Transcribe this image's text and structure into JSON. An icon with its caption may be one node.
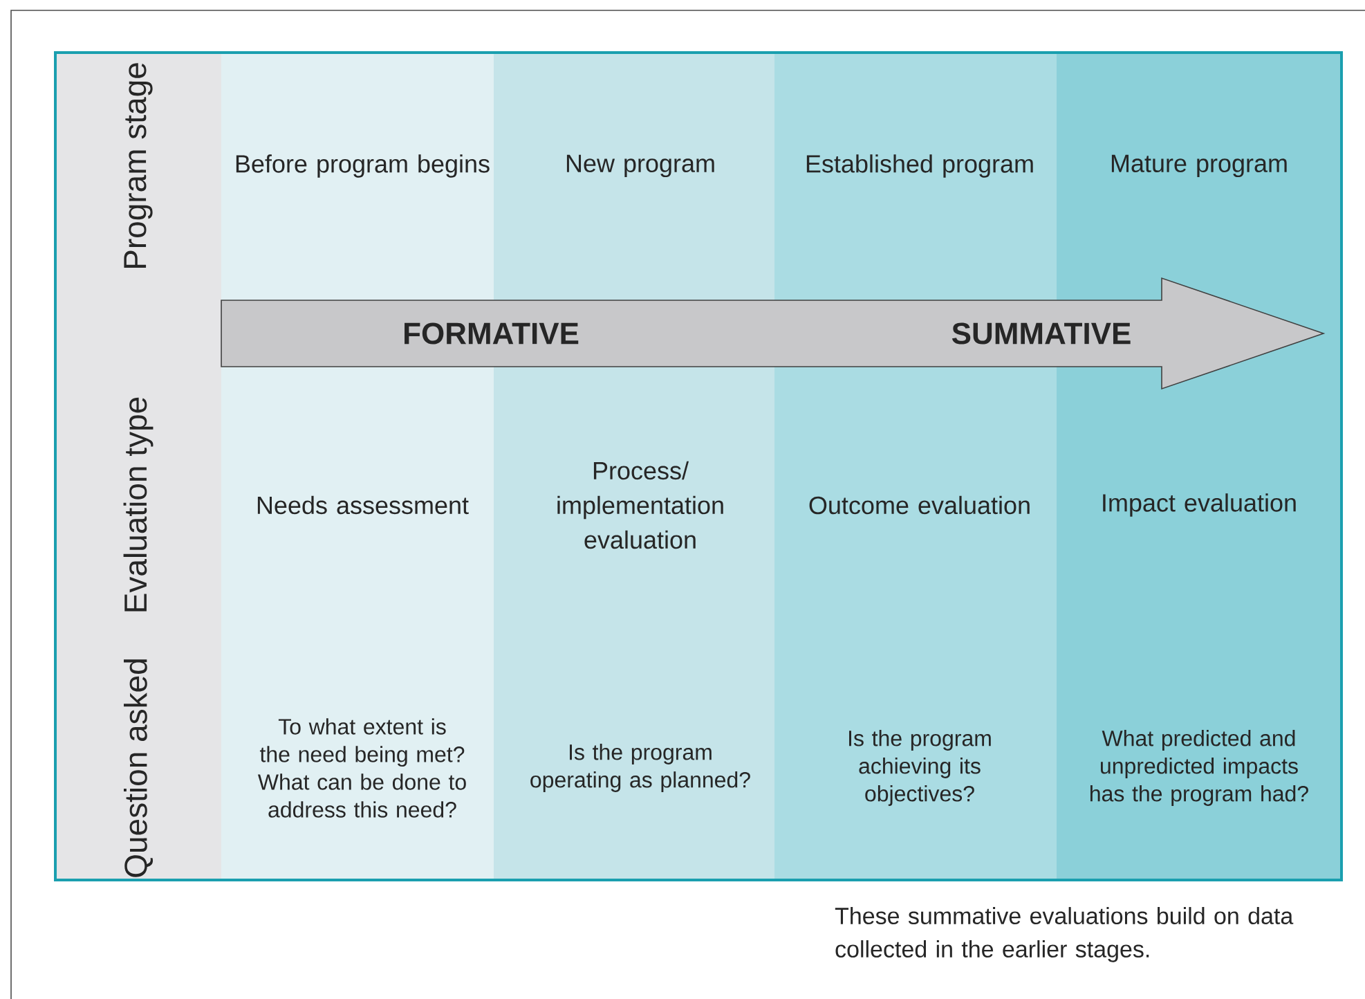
{
  "diagram": {
    "nodes": [
      {
        "text": [
          "FORMATIVE",
          "SUMMATIVE"
        ]
      }
    ],
    "labels": [
      "Program stage",
      "Before program begins",
      "New program",
      "Established program",
      "Mature program",
      "Evaluation type",
      "Needs assessment",
      "Process/ implementation evaluation",
      "Outcome evaluation",
      "Impact evaluation",
      "Question asked",
      "To what extent is the need being met? What can be done to address this need?",
      "Is the program operating as planned?",
      "Is the program achieving its objectives?",
      "What predicted and unpredicted impacts has the program had?",
      "These summative evaluations build on data collected in the earlier stages."
    ]
  }
}
